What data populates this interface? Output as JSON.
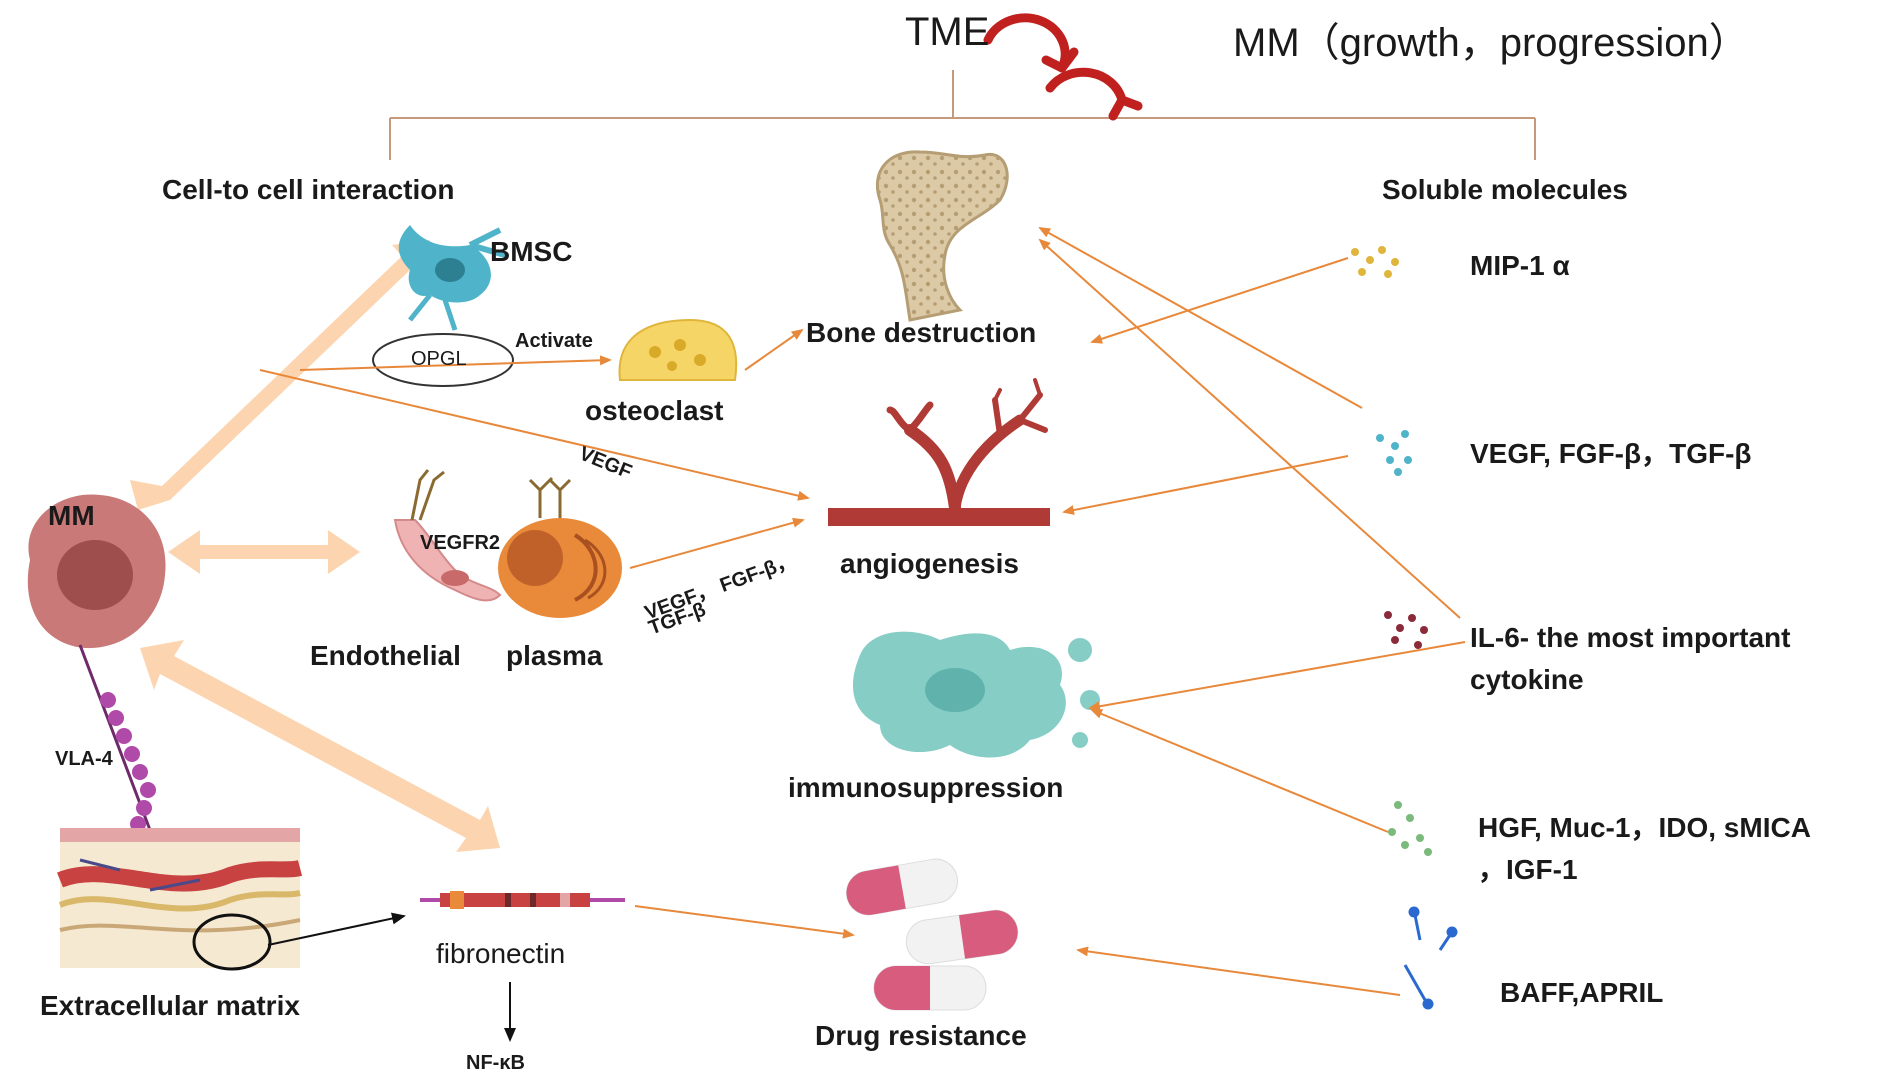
{
  "header": {
    "tme": "TME",
    "mm_growth": "MM（growth，progression）"
  },
  "branches": {
    "cell_interaction": "Cell-to cell interaction",
    "soluble_molecules": "Soluble molecules"
  },
  "cells": {
    "bmsc": "BMSC",
    "opgl": "OPGL",
    "activate": "Activate",
    "osteoclast": "osteoclast",
    "mm": "MM",
    "vegfr2": "VEGFR2",
    "endothelial": "Endothelial",
    "plasma": "plasma",
    "vla4": "VLA-4",
    "extracellular_matrix": "Extracellular matrix",
    "fibronectin": "fibronectin",
    "nfkb": "NF-κB"
  },
  "arrow_labels": {
    "vegf": "VEGF",
    "plasma_factors_line1": "VEGF， FGF-β，",
    "plasma_factors_line2": "TGF-β"
  },
  "outcomes": {
    "bone_destruction": "Bone destruction",
    "angiogenesis": "angiogenesis",
    "immunosuppression": "immunosuppression",
    "drug_resistance": "Drug resistance"
  },
  "molecules": {
    "mip1a": "MIP-1 α",
    "vegf_group": "VEGF, FGF-β，TGF-β",
    "il6_line1": "IL-6- the most important",
    "il6_line2": "cytokine",
    "hgf_line1": "HGF, Muc-1，IDO, sMICA",
    "hgf_line2": "，IGF-1",
    "baff": "BAFF,APRIL"
  },
  "colors": {
    "orange_arrow": "#e8883a",
    "wide_arrow": "#fcd5b0",
    "cycle_arrow": "#c0201e",
    "bmsc_cell": "#4fb3c9",
    "osteoclast": "#f5d565",
    "mm_cell": "#c97a78",
    "vessel": "#b03a35",
    "immune_blob": "#86cdc6",
    "pill_pink": "#d85c7e",
    "bone": "#dcc9a6"
  }
}
